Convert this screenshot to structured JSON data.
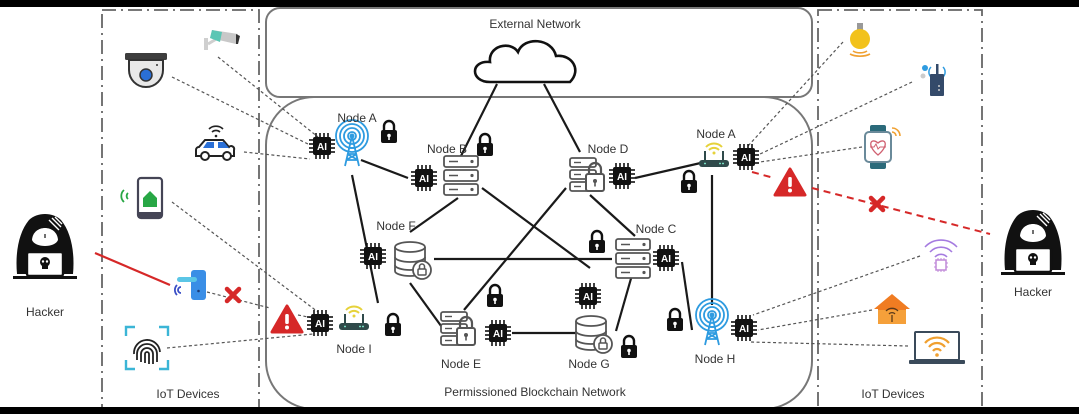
{
  "regions": {
    "external_network": "External Network",
    "blockchain_network": "Permissioned Blockchain Network",
    "iot_left": "IoT Devices",
    "iot_right": "IoT Devices"
  },
  "hackers": {
    "left": "Hacker",
    "right": "Hacker"
  },
  "nodes": {
    "a_left": "Node A",
    "b": "Node B",
    "d": "Node D",
    "a_right": "Node A",
    "f": "Node F",
    "c": "Node C",
    "i": "Node I",
    "e": "Node E",
    "g": "Node G",
    "h": "Node H"
  },
  "chip_label": "AI",
  "colors": {
    "attack": "#d62828",
    "tower": "#2e9be0",
    "router_wifi": "#e6d23a",
    "router_body": "#2f4a4a",
    "alert": "#d62828",
    "bulb": "#f2c21b",
    "door_lock": "#3a8ee6",
    "fingerprint_frame": "#3bb5d6",
    "home_phone": "#28a745",
    "watch": "#2b6a7a",
    "house": "#f07c22",
    "laptop_wifi": "#f0a030"
  },
  "left_devices": [
    "dome-camera",
    "cctv-camera",
    "connected-car",
    "smart-home-phone",
    "smart-door-lock",
    "fingerprint-scanner"
  ],
  "right_devices": [
    "smart-bulb",
    "wireless-sensor",
    "smartwatch",
    "wifi-chip",
    "smart-house",
    "wifi-laptop"
  ]
}
